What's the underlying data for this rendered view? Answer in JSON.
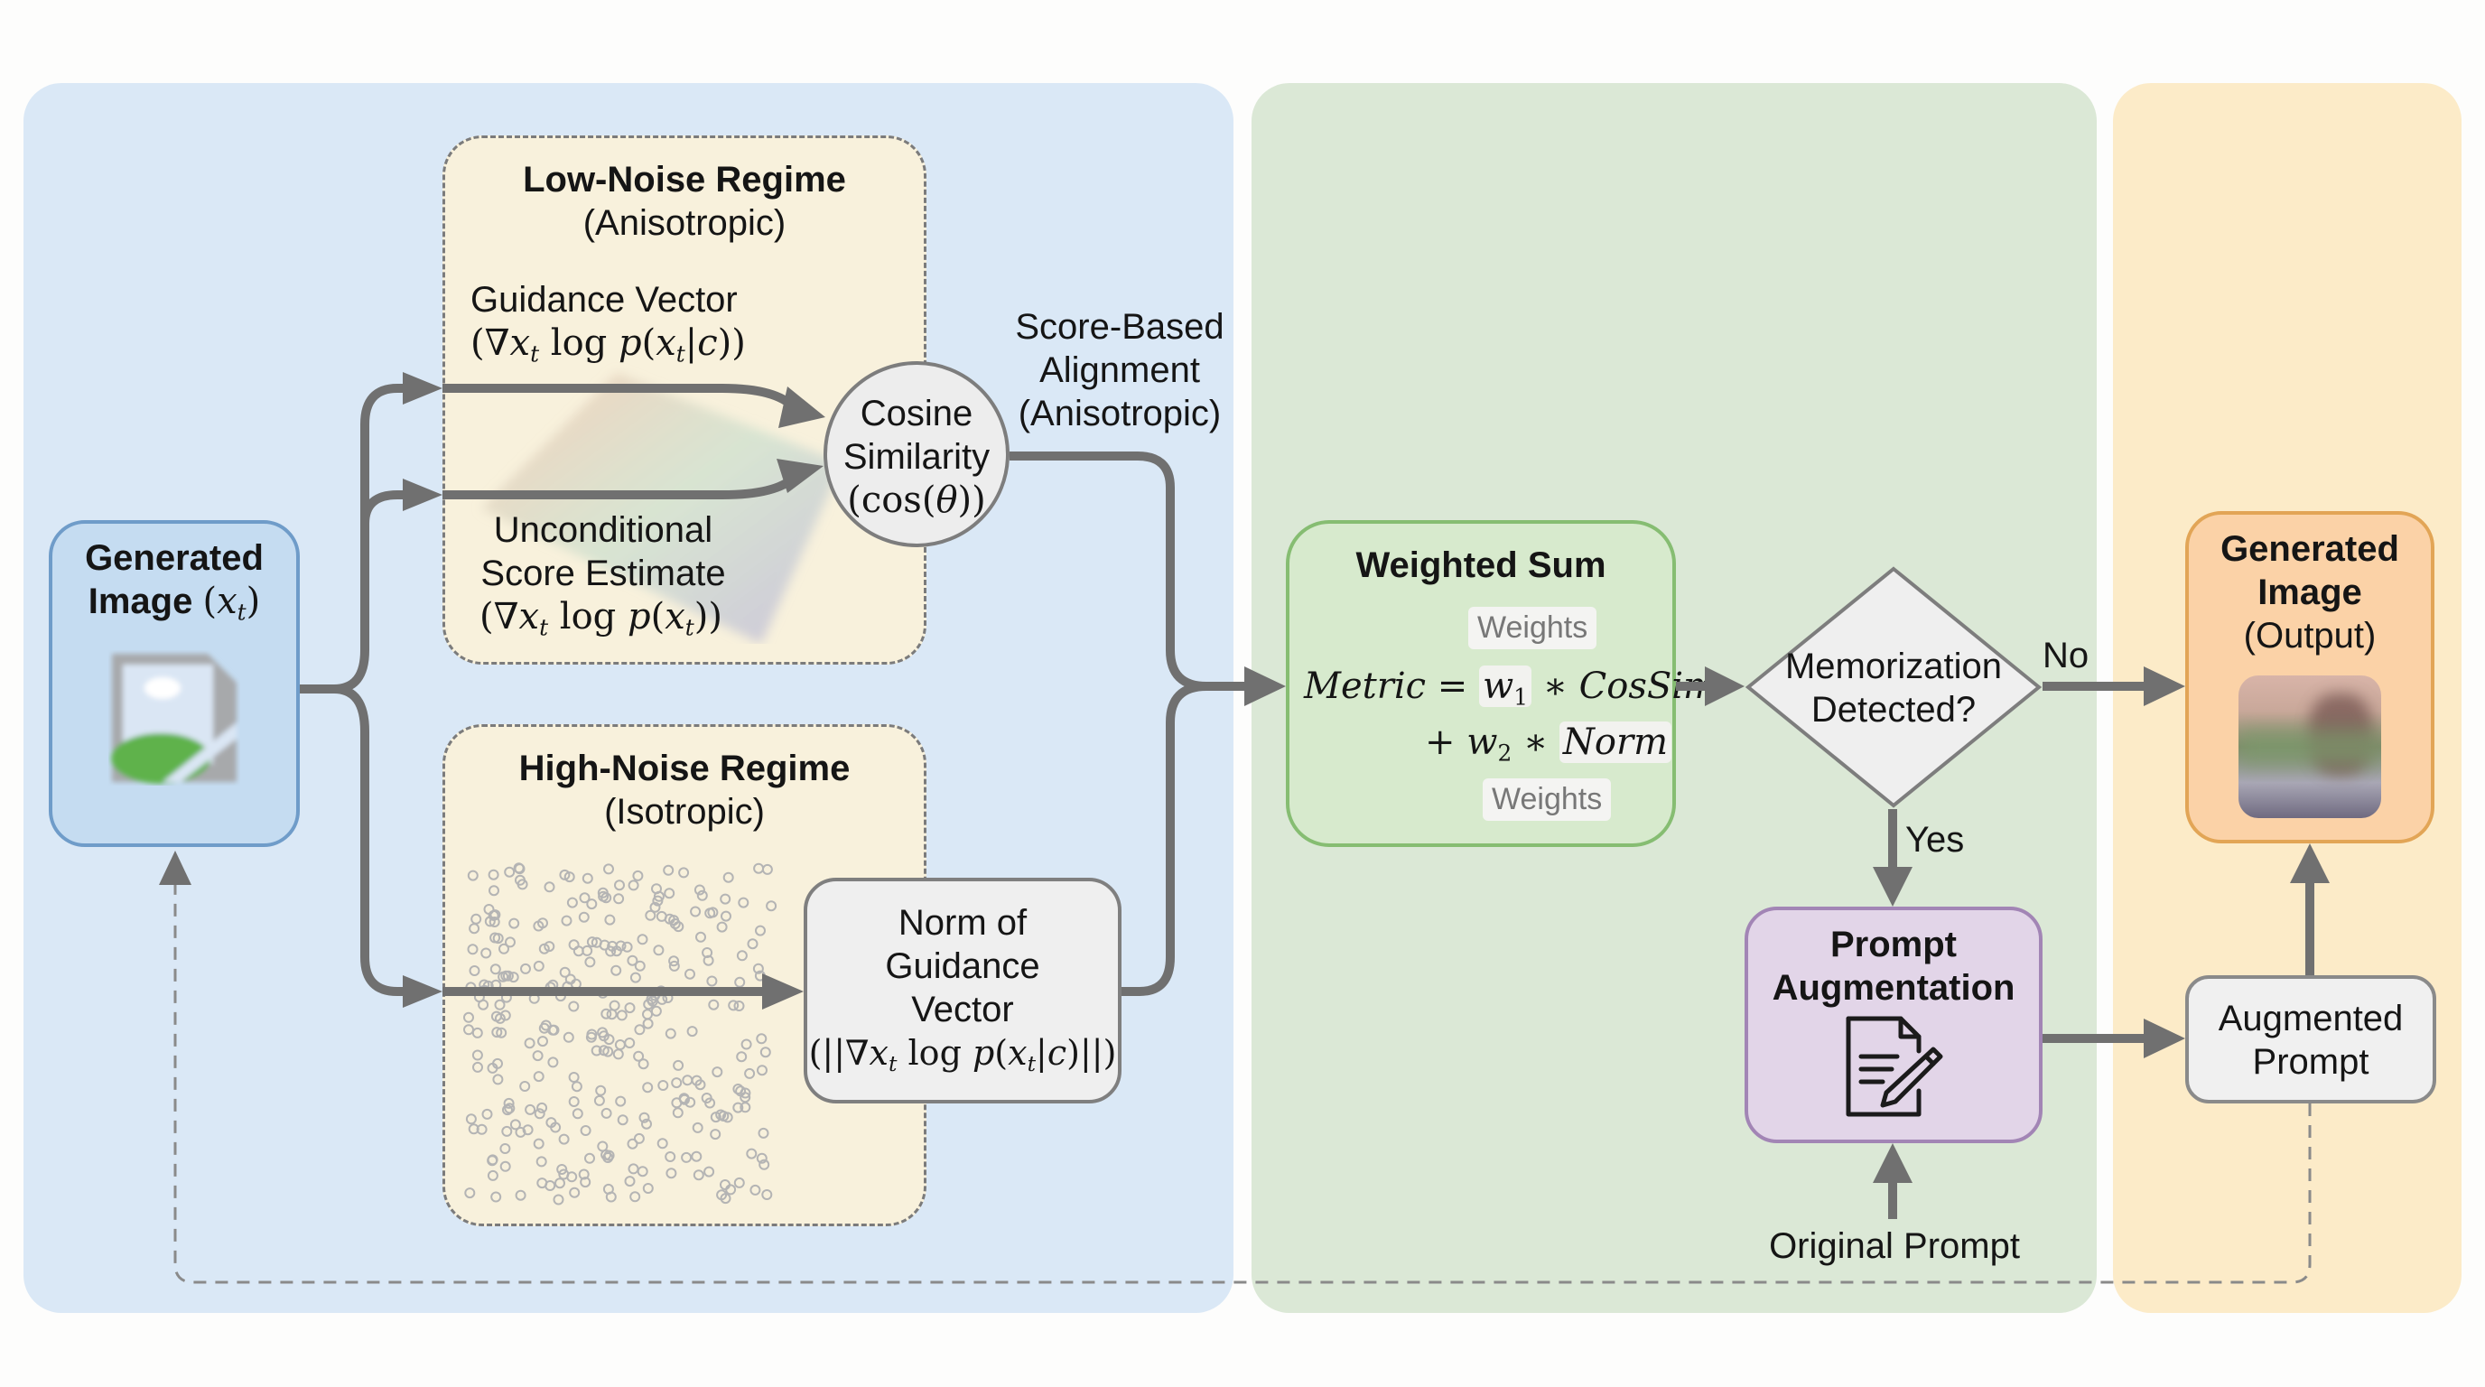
{
  "panels": {
    "blue": {
      "color": "#dae8f6"
    },
    "green": {
      "color": "#dbe8d6"
    },
    "orange": {
      "color": "#fcebc8"
    }
  },
  "input_image": {
    "title_line1": "Generated",
    "title_line2": "Image",
    "symbol": "x",
    "symbol_sub": "t",
    "icon": "image-file-icon"
  },
  "low_noise": {
    "title": "Low-Noise Regime",
    "subtitle": "(Anisotropic)",
    "guidance_label": "Guidance Vector",
    "guidance_formula": "(∇x_t log p(x_t|c))",
    "uncond_label_line1": "Unconditional",
    "uncond_label_line2": "Score Estimate",
    "uncond_formula": "(∇x_t log p(x_t))"
  },
  "cosine": {
    "line1": "Cosine",
    "line2": "Similarity",
    "formula": "(cos(θ))"
  },
  "score_alignment": {
    "line1": "Score-Based",
    "line2": "Alignment",
    "line3": "(Anisotropic)"
  },
  "high_noise": {
    "title": "High-Noise Regime",
    "subtitle": "(Isotropic)"
  },
  "norm_box": {
    "line1": "Norm of",
    "line2": "Guidance",
    "line3": "Vector",
    "formula": "(||∇x_t log p(x_t|c)||)"
  },
  "weighted_sum": {
    "title": "Weighted Sum",
    "weights_tag_top": "Weights",
    "weights_tag_bottom": "Weights",
    "eq_line1": "Metric = w_1 * CosSim",
    "eq_line2": "+ w_2 * Norm"
  },
  "decision": {
    "line1": "Memorization",
    "line2": "Detected?",
    "no_label": "No",
    "yes_label": "Yes"
  },
  "prompt_aug": {
    "line1": "Prompt",
    "line2": "Augmentation",
    "icon": "document-edit-icon"
  },
  "original_prompt": "Original Prompt",
  "augmented_prompt": {
    "line1": "Augmented",
    "line2": "Prompt"
  },
  "output_image": {
    "line1": "Generated",
    "line2": "Image",
    "line3": "(Output)"
  }
}
